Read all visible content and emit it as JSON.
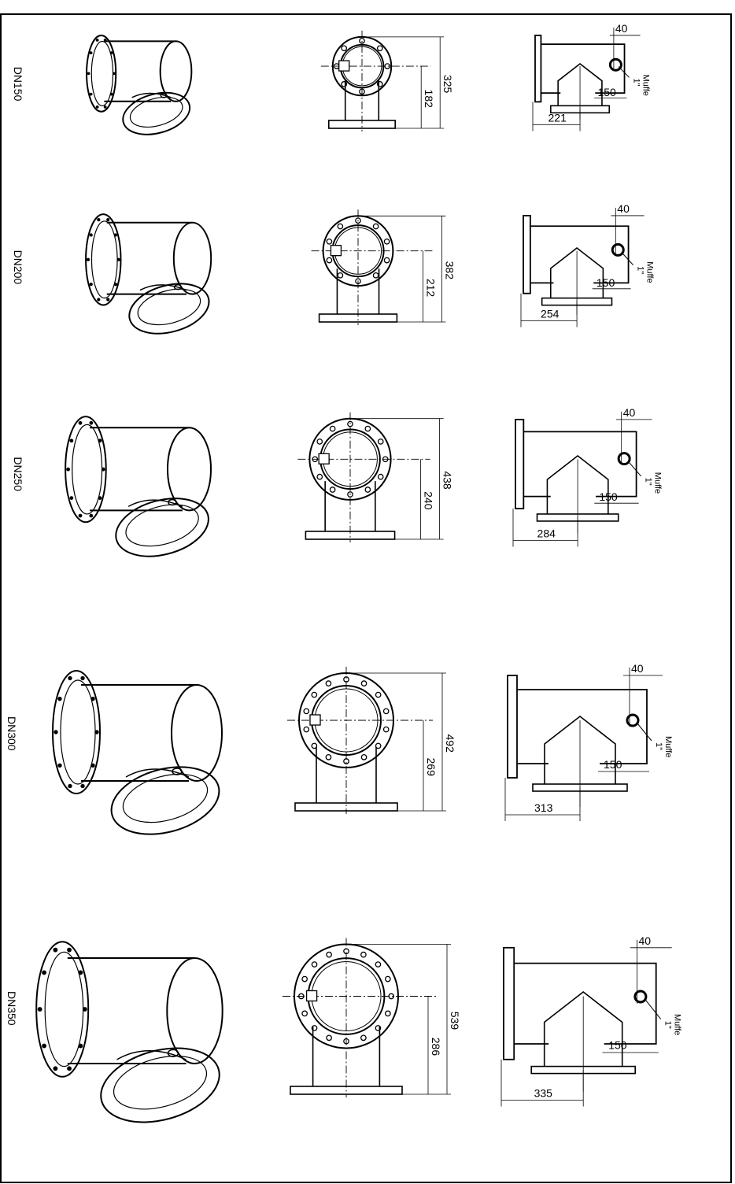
{
  "colors": {
    "line": "#000000",
    "background": "#ffffff"
  },
  "rows": [
    {
      "size": "DN150",
      "height": "325",
      "axis": "182",
      "offset": "221",
      "muffe_offset": "40",
      "muffe_distance": "150",
      "muffe_size": "1\"",
      "muffe_label": "Muffe"
    },
    {
      "size": "DN200",
      "height": "382",
      "axis": "212",
      "offset": "254",
      "muffe_offset": "40",
      "muffe_distance": "150",
      "muffe_size": "1\"",
      "muffe_label": "Muffe"
    },
    {
      "size": "DN250",
      "height": "438",
      "axis": "240",
      "offset": "284",
      "muffe_offset": "40",
      "muffe_distance": "150",
      "muffe_size": "1\"",
      "muffe_label": "Muffe"
    },
    {
      "size": "DN300",
      "height": "492",
      "axis": "269",
      "offset": "313",
      "muffe_offset": "40",
      "muffe_distance": "150",
      "muffe_size": "1\"",
      "muffe_label": "Muffe"
    },
    {
      "size": "DN350",
      "height": "539",
      "axis": "286",
      "offset": "335",
      "muffe_offset": "40",
      "muffe_distance": "150",
      "muffe_size": "1\"",
      "muffe_label": "Muffe"
    }
  ]
}
